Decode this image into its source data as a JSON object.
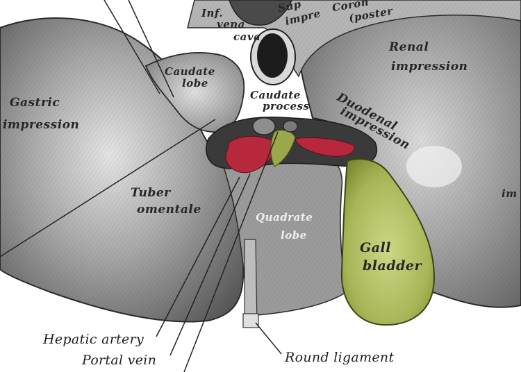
{
  "labels": {
    "gastric_impression_1": "Gastric",
    "gastric_impression_2": "impression",
    "inf_vena_cava_1": "Inf.",
    "inf_vena_cava_2": "vena",
    "inf_vena_cava_3": "cava",
    "caudate_lobe_1": "Caudate",
    "caudate_lobe_2": "lobe",
    "caudate_process_1": "Caudate",
    "caudate_process_2": "process",
    "renal_impression_1": "Renal",
    "renal_impression_2": "impression",
    "duodenal_impression_1": "Duodenal",
    "duodenal_impression_2": "impression",
    "tuber_omentale_1": "Tuber",
    "tuber_omentale_2": "omentale",
    "quadrate_lobe_1": "Quadrate",
    "quadrate_lobe_2": "lobe",
    "gall_bladder_1": "Gall",
    "gall_bladder_2": "bladder",
    "supra_top": "Sup",
    "supra_bottom": "impre",
    "coronary_top": "Coron",
    "coronary_bottom": "(poster",
    "colic_edge": "im",
    "hepatic_artery": "Hepatic artery",
    "portal_vein": "Portal vein",
    "round_ligament": "Round ligament"
  },
  "colors": {
    "liver_dark": "#5a5a5a",
    "liver_mid": "#8c8c8c",
    "liver_light": "#d9d9d9",
    "gall_bladder": "#b4c163",
    "vessel_red": "#b8283c",
    "background": "#ffffff"
  }
}
